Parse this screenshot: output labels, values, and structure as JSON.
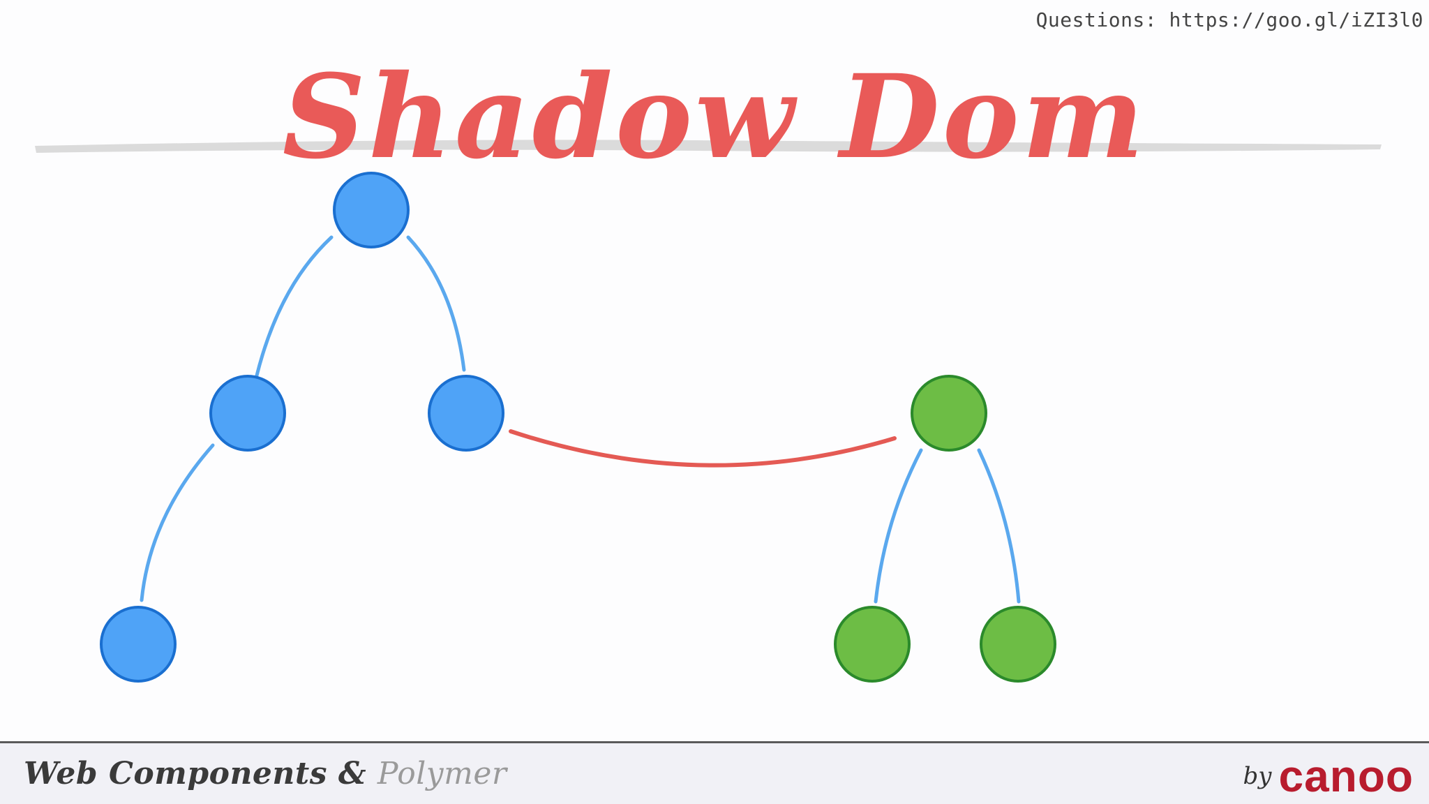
{
  "header": {
    "questions_text": "Questions: https://goo.gl/iZI3l0"
  },
  "slide": {
    "title": "Shadow Dom"
  },
  "diagram": {
    "colors": {
      "light_dom_fill": "#4fa3f7",
      "light_dom_stroke": "#1a6fd0",
      "shadow_dom_fill": "#6dbd45",
      "shadow_dom_stroke": "#2b8a2b",
      "edge": "#5aa8ee",
      "host_link": "#e45a54",
      "title": "#e95a58"
    }
  },
  "footer": {
    "left_part1": "Web Components & ",
    "left_part2": "Polymer",
    "by": "by",
    "brand": "canoo"
  }
}
